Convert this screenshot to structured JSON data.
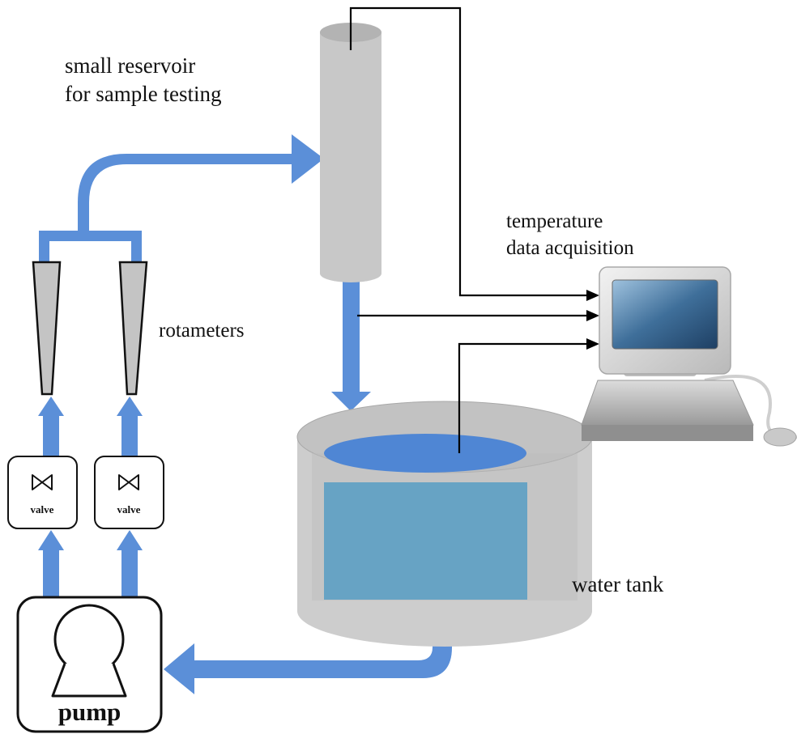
{
  "labels": {
    "reservoir_line1": "small reservoir",
    "reservoir_line2": "for sample testing",
    "daq_line1": "temperature",
    "daq_line2": "data acquisition",
    "rotameters": "rotameters",
    "valve_left": "valve",
    "valve_right": "valve",
    "water_tank": "water tank",
    "pump": "pump"
  },
  "icons": {
    "valve_symbol": "bowtie-valve-icon",
    "pump_symbol": "pump-icon",
    "computer": "computer-icon"
  },
  "colors": {
    "flow_pipe": "#5B8FD8",
    "reservoir": "#C8C8C8",
    "water_surface": "#4F86D4",
    "water_body": "#67A3C4",
    "tank": "#CDCDCD",
    "signal_wire": "#000000"
  }
}
